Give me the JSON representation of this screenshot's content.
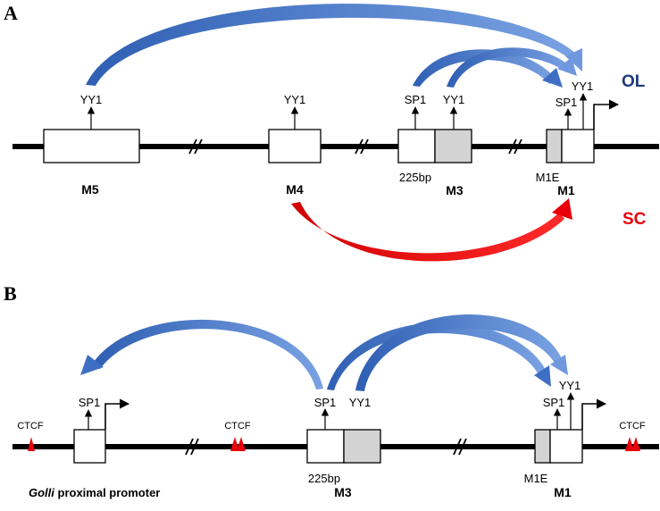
{
  "colors": {
    "blue_arrow": "#3f6fc4",
    "blue_arrow_light": "#6f98de",
    "red_arrow": "#e8000b",
    "ol_text": "#1f3a7a",
    "sc_text": "#e8000b",
    "shaded_box": "#d3d3d3",
    "ctcf_marker": "#e8000b"
  },
  "panel_a": {
    "letter": "A",
    "tf_yy1_m5": "YY1",
    "tf_yy1_m4": "YY1",
    "tf_sp1_m3": "SP1",
    "tf_yy1_m3": "YY1",
    "tf_sp1_m1": "SP1",
    "tf_yy1_m1": "YY1",
    "m5": "M5",
    "m4": "M4",
    "m3": "M3",
    "m1": "M1",
    "bp_225": "225bp",
    "m1e": "M1E",
    "ol": "OL",
    "sc": "SC"
  },
  "panel_b": {
    "letter": "B",
    "tf_sp1_golli": "SP1",
    "tf_sp1_m3": "SP1",
    "tf_yy1_m3": "YY1",
    "tf_sp1_m1": "SP1",
    "tf_yy1_m1": "YY1",
    "ctcf_1": "CTCF",
    "ctcf_2": "CTCF",
    "ctcf_3": "CTCF",
    "bp_225": "225bp",
    "m1e": "M1E",
    "golli_italic": "Golli",
    "golli_rest": " proximal promoter",
    "m3": "M3",
    "m1": "M1"
  }
}
